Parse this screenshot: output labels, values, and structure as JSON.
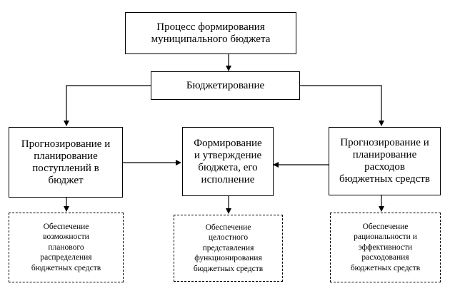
{
  "nodes": {
    "root": "Процесс формирования\nмуниципального бюджета",
    "budgeting": "Бюджетирование",
    "left": "Прогнозирование и\nпланирование\nпоступлений в\nбюджет",
    "center": "Формирование\nи утверждение\nбюджета, его\nисполнение",
    "right": "Прогнозирование и\nпланирование\nрасходов\nбюджетных средств",
    "left_goal": "Обеспечение\nвозможности\nпланового\nраспределения\nбюджетных средств",
    "center_goal": "Обеспечение\nцелостного\nпредставления\nфункционирования\nбюджетных средств",
    "right_goal": "Обеспечение\nрациональности и\nэффективности\nрасходования\nбюджетных средств"
  }
}
